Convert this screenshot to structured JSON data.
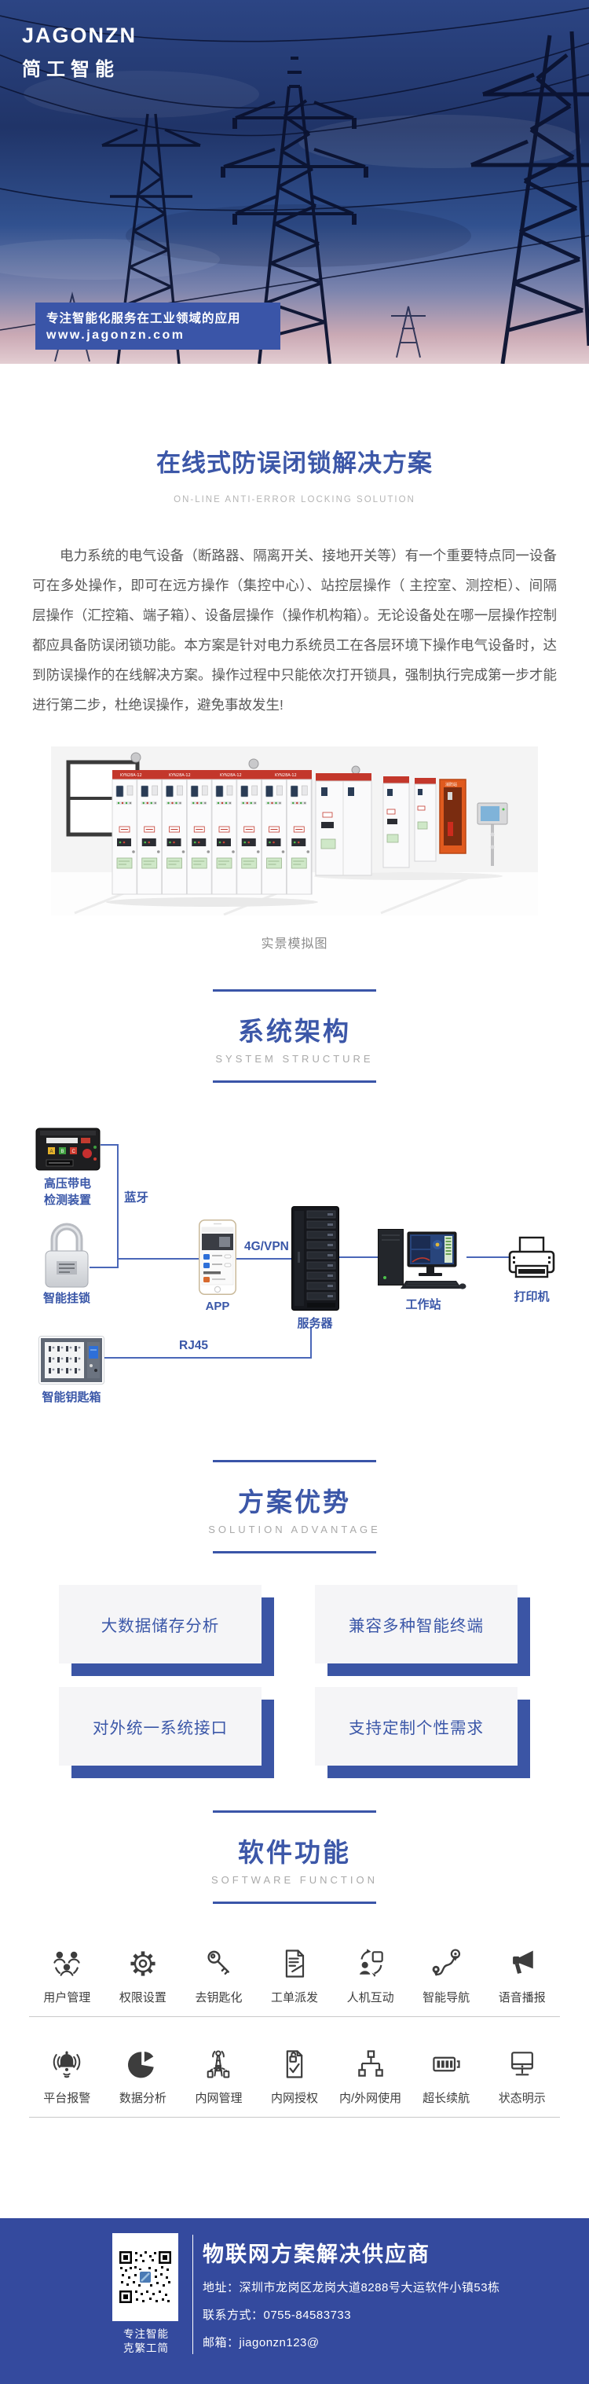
{
  "colors": {
    "accent": "#3A55A8",
    "footer_bg": "#344A9E",
    "box_bg": "#F5F5F7",
    "shadow_blue": "#3B55A5"
  },
  "hero": {
    "logo_en": "JAGONZN",
    "logo_cn": "简工智能",
    "banner_line1": "专注智能化服务在工业领域的应用",
    "banner_line2": "www.jagonzn.com"
  },
  "intro": {
    "title": "在线式防误闭锁解决方案",
    "subtitle": "ON-LINE ANTI-ERROR LOCKING SOLUTION",
    "paragraph": "电力系统的电气设备（断路器、隔离开关、接地开关等）有一个重要特点同一设备可在多处操作，即可在远方操作（集控中心）、站控层操作（ 主控室、测控柜）、间隔层操作（汇控箱、端子箱）、设备层操作（操作机构箱）。无论设备处在哪一层操作控制都应具备防误闭锁功能。本方案是针对电力系统员工在各层环境下操作电气设备时，达到防误操作的在线解决方案。操作过程中只能依次打开锁具，强制执行完成第一步才能进行第二步，杜绝误操作，避免事故发生!",
    "caption": "实景模拟图"
  },
  "architecture": {
    "title": "系统架构",
    "subtitle": "SYSTEM STRUCTURE",
    "nodes": {
      "detector_line1": "高压带电",
      "detector_line2": "检测装置",
      "padlock": "智能挂锁",
      "keybox": "智能钥匙箱",
      "app": "APP",
      "server": "服务器",
      "workstation": "工作站",
      "printer": "打印机"
    },
    "links": {
      "bluetooth": "蓝牙",
      "vpn": "4G/VPN",
      "rj45": "RJ45"
    }
  },
  "advantages": {
    "title": "方案优势",
    "subtitle": "SOLUTION ADVANTAGE",
    "items": [
      "大数据储存分析",
      "兼容多种智能终端",
      "对外统一系统接口",
      "支持定制个性需求"
    ]
  },
  "functions": {
    "title": "软件功能",
    "subtitle": "SOFTWARE FUNCTION",
    "row1": [
      {
        "icon": "users-icon",
        "label": "用户管理"
      },
      {
        "icon": "gear-icon",
        "label": "权限设置"
      },
      {
        "icon": "key-icon",
        "label": "去钥匙化"
      },
      {
        "icon": "work-order-icon",
        "label": "工单派发"
      },
      {
        "icon": "human-machine-icon",
        "label": "人机互动"
      },
      {
        "icon": "navigation-icon",
        "label": "智能导航"
      },
      {
        "icon": "megaphone-icon",
        "label": "语音播报"
      }
    ],
    "row2": [
      {
        "icon": "alarm-bell-icon",
        "label": "平台报警"
      },
      {
        "icon": "pie-chart-icon",
        "label": "数据分析"
      },
      {
        "icon": "intranet-tower-icon",
        "label": "内网管理"
      },
      {
        "icon": "intranet-auth-icon",
        "label": "内网授权"
      },
      {
        "icon": "network-topology-icon",
        "label": "内/外网使用"
      },
      {
        "icon": "battery-icon",
        "label": "超长续航"
      },
      {
        "icon": "monitor-icon",
        "label": "状态明示"
      }
    ]
  },
  "footer": {
    "headline": "物联网方案解决供应商",
    "slogan_line1": "专注智能",
    "slogan_line2": "克繁工简",
    "address": "地址：深圳市龙岗区龙岗大道8288号大运软件小镇53栋",
    "phone": "联系方式：0755-84583733",
    "email": "邮箱：jiagonzn123@"
  }
}
